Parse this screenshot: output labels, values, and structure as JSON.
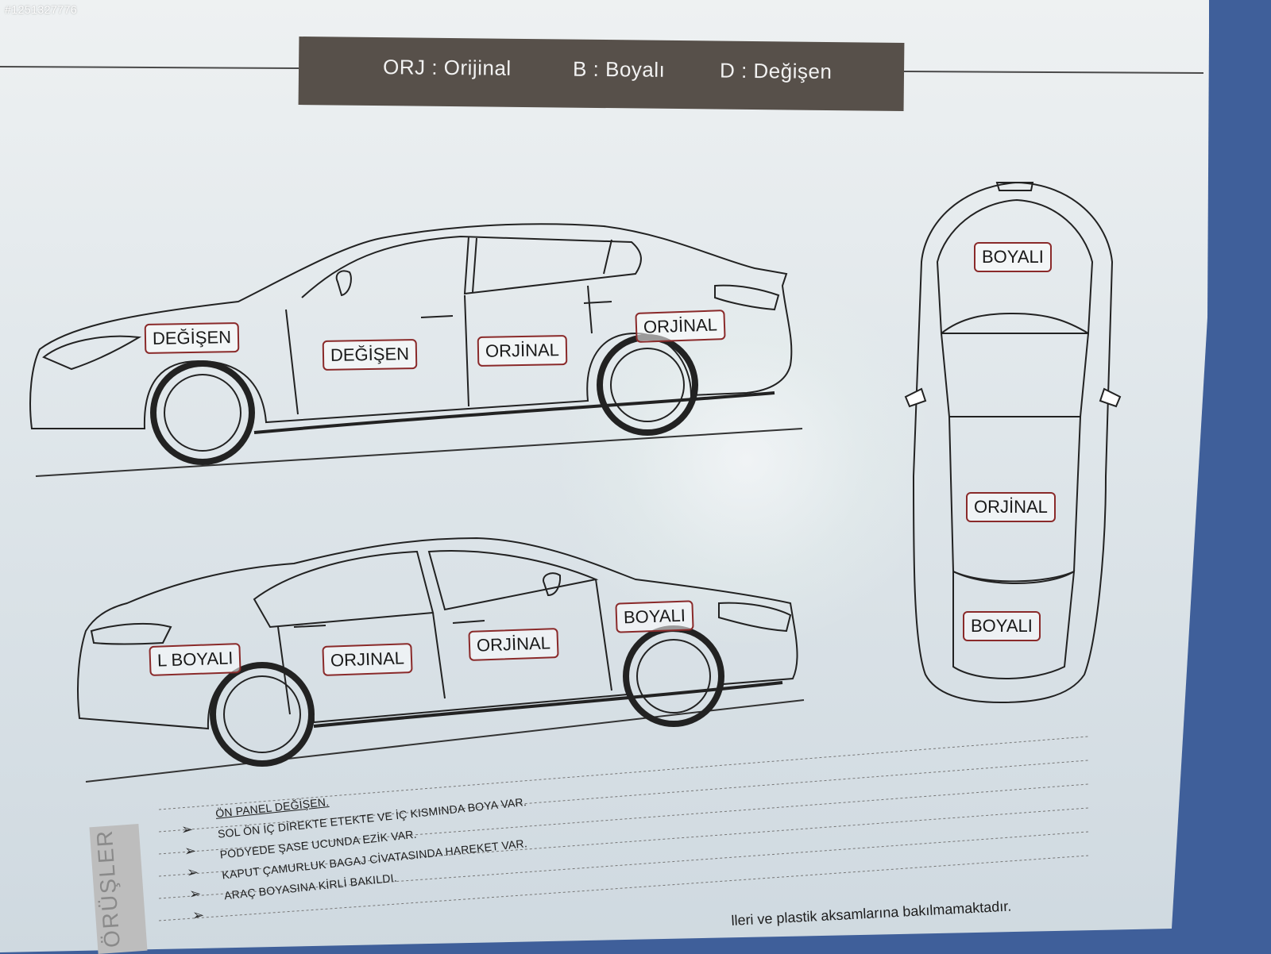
{
  "photo_id": "#1251327776",
  "legend": {
    "orj": "ORJ : Orijinal",
    "b": "B : Boyalı",
    "d": "D : Değişen"
  },
  "side_view_1_labels": [
    "DEĞİŞEN",
    "DEĞİŞEN",
    "ORJİNAL",
    "ORJİNAL"
  ],
  "side_view_2_labels": [
    "L BOYALI",
    "ORJINAL",
    "ORJİNAL",
    "BOYALI"
  ],
  "top_view_labels": [
    "BOYALI",
    "ORJİNAL",
    "BOYALI"
  ],
  "notes": [
    "ÖN PANEL DEĞİŞEN.",
    "SOL ÖN İÇ DİREKTE ETEKTE VE İÇ KISMINDA BOYA VAR.",
    "PODYEDE ŞASE UCUNDA EZİK VAR.",
    "KAPUT ÇAMURLUK BAGAJ CİVATASINDA HAREKET VAR.",
    "ARAÇ BOYASINA KİRLİ BAKILDI."
  ],
  "section_label": "ÖRÜŞLER",
  "footer_partial": "lleri ve plastik aksamlarına bakılmamaktadır.",
  "colors": {
    "label_border": "#8a2a2a",
    "legend_bg": "#57504a",
    "background": "#3f5f9a"
  }
}
